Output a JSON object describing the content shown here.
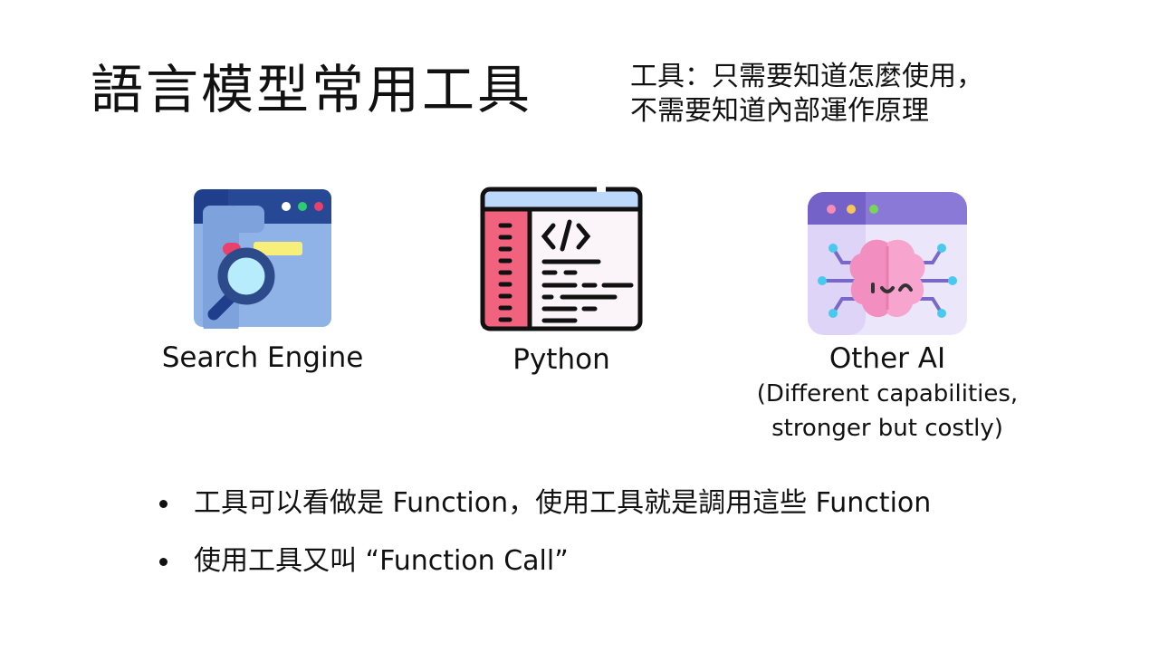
{
  "slide": {
    "title": "語言模型常用工具",
    "subtitle_lines": [
      "工具：只需要知道怎麼使用，",
      "不需要知道內部運作原理"
    ]
  },
  "tools": [
    {
      "label": "Search Engine",
      "icon": "search-browser-icon",
      "colors": {
        "header": "#1f3f8c",
        "body": "#8fb3e6",
        "lens": "#2d4a8a",
        "glass": "#b6ecfb",
        "dot_white": "#ffffff",
        "dot_green": "#2ecc71",
        "dot_red": "#e8416b",
        "bar_yellow": "#f7ef7a",
        "bar_pink": "#e8416b"
      }
    },
    {
      "label": "Python",
      "icon": "code-editor-icon",
      "colors": {
        "header": "#bcd9fb",
        "sidebar": "#f0627d",
        "body": "#fbf4f8",
        "stroke": "#111111"
      }
    },
    {
      "label": "Other AI",
      "note_lines": [
        "(Different capabilities,",
        "stronger but costly)"
      ],
      "icon": "ai-brain-icon",
      "colors": {
        "header": "#8a79d6",
        "body": "#ece6fb",
        "brain": "#f7a5cf",
        "node": "#48c9ee",
        "wire": "#7a68c9",
        "dot_pink": "#f58cb4",
        "dot_yellow": "#f5c75a",
        "dot_green": "#7ad35a"
      }
    }
  ],
  "bullets": [
    "工具可以看做是 Function，使用工具就是調用這些 Function",
    "使用工具又叫 “Function Call”"
  ]
}
